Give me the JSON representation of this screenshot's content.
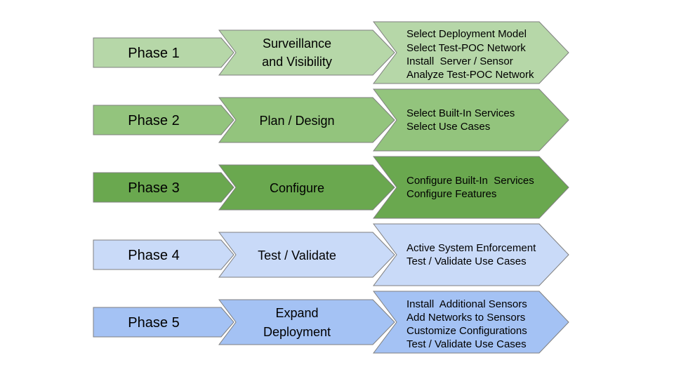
{
  "phases": [
    {
      "label": "Phase 1",
      "activity": [
        "Surveillance",
        "and Visibility"
      ],
      "tasks": [
        "Select Deployment Model",
        "Select Test-POC Network",
        "Install  Server / Sensor",
        "Analyze Test-POC Network"
      ],
      "color": "#b6d7a8"
    },
    {
      "label": "Phase 2",
      "activity": [
        "Plan / Design"
      ],
      "tasks": [
        "Select Built-In Services",
        "Select Use Cases"
      ],
      "color": "#93c47d"
    },
    {
      "label": "Phase 3",
      "activity": [
        "Configure"
      ],
      "tasks": [
        "Configure Built-In  Services",
        "Configure Features"
      ],
      "color": "#6aa84f"
    },
    {
      "label": "Phase 4",
      "activity": [
        "Test / Validate"
      ],
      "tasks": [
        "Active System Enforcement",
        "Test / Validate Use Cases"
      ],
      "color": "#c9daf8"
    },
    {
      "label": "Phase 5",
      "activity": [
        "Expand",
        "Deployment"
      ],
      "tasks": [
        "Install  Additional Sensors",
        "Add Networks to Sensors",
        "Customize Configurations",
        "Test / Validate Use Cases"
      ],
      "color": "#a4c2f4"
    }
  ],
  "stroke_color": "#7f7f7f"
}
